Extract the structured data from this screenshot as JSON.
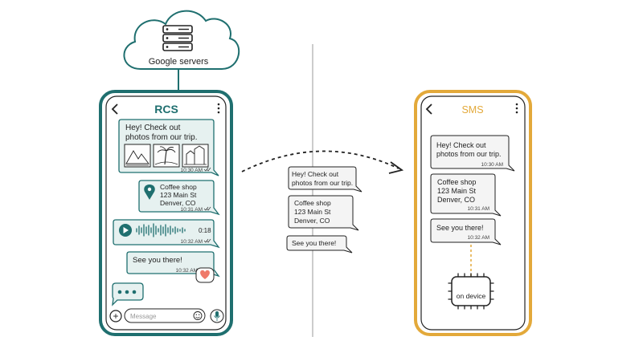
{
  "cloud": {
    "label": "Google servers",
    "icon": "server-icon"
  },
  "rcs_phone": {
    "title": "RCS",
    "accent": "#1f6f6f",
    "bubble_fill": "#e6f1f0",
    "messages": {
      "photos": {
        "lines": [
          "Hey! Check out",
          "photos from our trip."
        ],
        "time": "10:30 AM"
      },
      "location": {
        "lines": [
          "Coffee shop",
          "123 Main St",
          "Denver, CO"
        ],
        "time": "10:31 AM"
      },
      "voice": {
        "duration": "0:18",
        "time": "10:32 AM"
      },
      "reply": {
        "text": "See you there!",
        "time": "10:32 AM"
      }
    },
    "compose": {
      "placeholder": "Message",
      "plus": "+"
    }
  },
  "middle": {
    "messages": [
      {
        "lines": [
          "Hey! Check out",
          "photos from our trip."
        ]
      },
      {
        "lines": [
          "Coffee shop",
          "123 Main St",
          "Denver, CO"
        ]
      },
      {
        "lines": [
          "See you there!"
        ]
      }
    ]
  },
  "sms_phone": {
    "title": "SMS",
    "accent": "#e3a93a",
    "messages": [
      {
        "lines": [
          "Hey! Check out",
          "photos from our trip."
        ],
        "time": "10:30 AM"
      },
      {
        "lines": [
          "Coffee shop",
          "123 Main St",
          "Denver, CO"
        ],
        "time": "10:31 AM"
      },
      {
        "lines": [
          "See you there!"
        ],
        "time": "10:32 AM"
      }
    ],
    "chip_label": "on device"
  }
}
